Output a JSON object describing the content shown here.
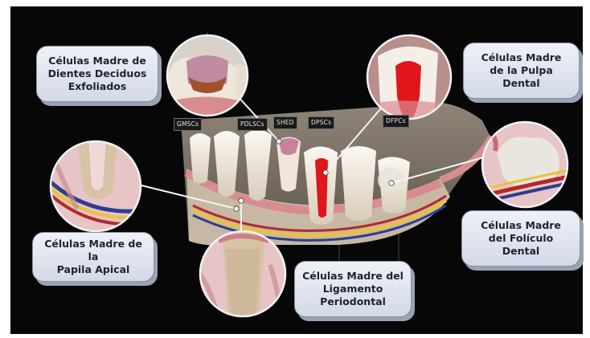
{
  "callouts": {
    "shed": "Células Madre de\nDientes Deciduos\nExfoliados",
    "pulp": "Células Madre\nde la Pulpa\nDental",
    "apical": "Células Madre de la\nPapila Apical",
    "follicle": "Células Madre\ndel Folículo\nDental",
    "ligament": "Células Madre del\nLigamento\nPeriodontal"
  },
  "tags": {
    "gmscs": "GMSCs",
    "pdlscs": "PDLSCs",
    "shed": "SHED",
    "dpscs": "DPSCs",
    "dfpcs": "DFPCs"
  },
  "colors": {
    "background": "#070707",
    "callout_fill": "#dfe4ee",
    "callout_text": "#1d2333",
    "pulp_red": "#e0161b",
    "gum_pink": "#d98c8f",
    "bone": "#c9b7a2",
    "tooth": "#f1ece3",
    "nerve_yellow": "#e9c23b",
    "vessel_blue": "#2d3e8f"
  }
}
